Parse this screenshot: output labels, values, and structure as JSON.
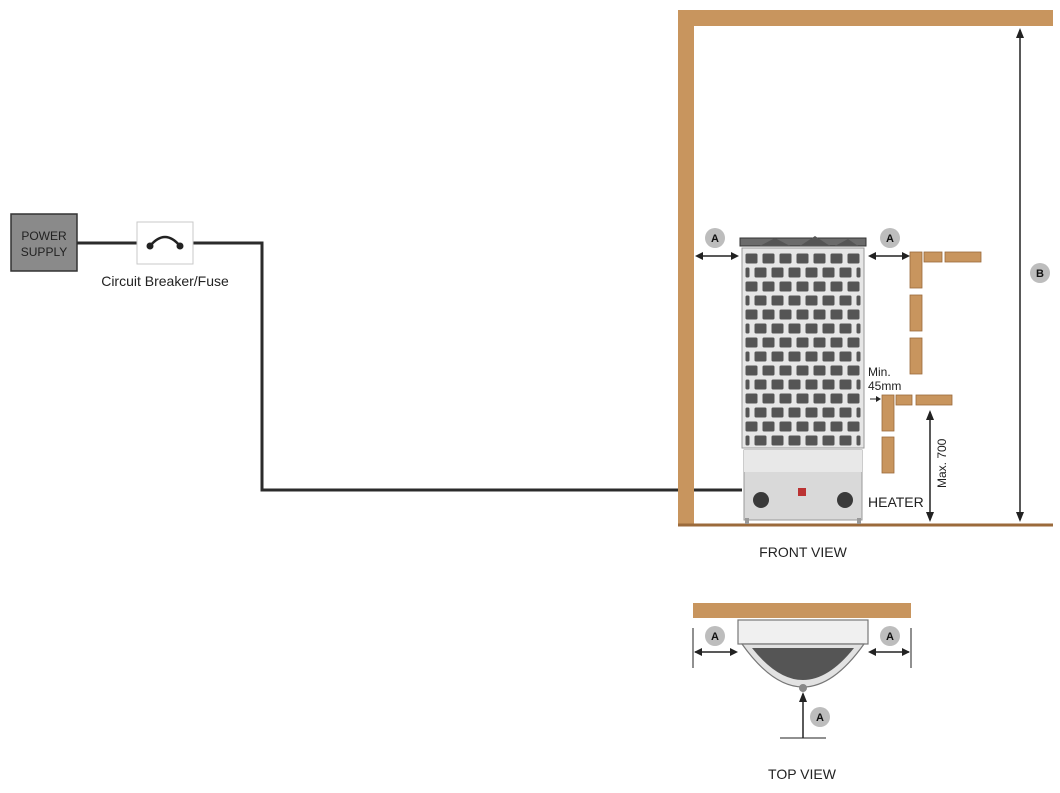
{
  "power_supply": {
    "line1": "POWER",
    "line2": "SUPPLY"
  },
  "breaker": {
    "label": "Circuit Breaker/Fuse"
  },
  "front_view": {
    "title": "FRONT VIEW",
    "heater_label": "HEATER",
    "clearance_label": "A",
    "height_label": "B",
    "min_gap_line1": "Min.",
    "min_gap_line2": "45mm",
    "max_height": "Max. 700"
  },
  "top_view": {
    "title": "TOP VIEW",
    "clearance_label": "A"
  },
  "colors": {
    "wood": "#c8955e",
    "wood_dark": "#9b6a3b",
    "wire": "#2b2b2b",
    "power_box": "#8a8a8a",
    "bubble": "#bdbdbd",
    "stone": "#555555",
    "steel": "#d9d9d9"
  }
}
